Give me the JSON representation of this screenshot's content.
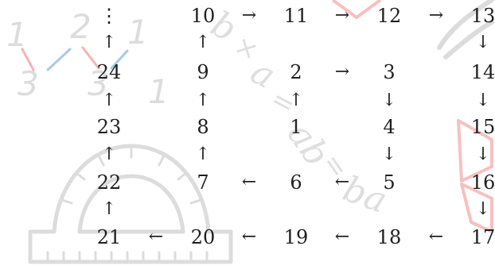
{
  "spiral": {
    "cells": [
      {
        "kind": "number",
        "text": "⋮",
        "col": 0,
        "row": 0
      },
      {
        "kind": "number",
        "text": "10",
        "col": 2,
        "row": 0
      },
      {
        "kind": "arrow",
        "text": "→",
        "col": 3,
        "row": 0
      },
      {
        "kind": "number",
        "text": "11",
        "col": 4,
        "row": 0
      },
      {
        "kind": "arrow",
        "text": "→",
        "col": 5,
        "row": 0
      },
      {
        "kind": "number",
        "text": "12",
        "col": 6,
        "row": 0
      },
      {
        "kind": "arrow",
        "text": "→",
        "col": 7,
        "row": 0
      },
      {
        "kind": "number",
        "text": "13",
        "col": 8,
        "row": 0
      },
      {
        "kind": "arrow",
        "text": "↑",
        "col": 0,
        "row": 1
      },
      {
        "kind": "arrow",
        "text": "↑",
        "col": 2,
        "row": 1
      },
      {
        "kind": "arrow",
        "text": "↓",
        "col": 8,
        "row": 1
      },
      {
        "kind": "number",
        "text": "24",
        "col": 0,
        "row": 2
      },
      {
        "kind": "number",
        "text": "9",
        "col": 2,
        "row": 2
      },
      {
        "kind": "number",
        "text": "2",
        "col": 4,
        "row": 2
      },
      {
        "kind": "arrow",
        "text": "→",
        "col": 5,
        "row": 2
      },
      {
        "kind": "number",
        "text": "3",
        "col": 6,
        "row": 2
      },
      {
        "kind": "number",
        "text": "14",
        "col": 8,
        "row": 2
      },
      {
        "kind": "arrow",
        "text": "↑",
        "col": 0,
        "row": 3
      },
      {
        "kind": "arrow",
        "text": "↑",
        "col": 2,
        "row": 3
      },
      {
        "kind": "arrow",
        "text": "↑",
        "col": 4,
        "row": 3
      },
      {
        "kind": "arrow",
        "text": "↓",
        "col": 6,
        "row": 3
      },
      {
        "kind": "arrow",
        "text": "↓",
        "col": 8,
        "row": 3
      },
      {
        "kind": "number",
        "text": "23",
        "col": 0,
        "row": 4
      },
      {
        "kind": "number",
        "text": "8",
        "col": 2,
        "row": 4
      },
      {
        "kind": "number",
        "text": "1",
        "col": 4,
        "row": 4
      },
      {
        "kind": "number",
        "text": "4",
        "col": 6,
        "row": 4
      },
      {
        "kind": "number",
        "text": "15",
        "col": 8,
        "row": 4
      },
      {
        "kind": "arrow",
        "text": "↑",
        "col": 0,
        "row": 5
      },
      {
        "kind": "arrow",
        "text": "↑",
        "col": 2,
        "row": 5
      },
      {
        "kind": "arrow",
        "text": "↓",
        "col": 6,
        "row": 5
      },
      {
        "kind": "arrow",
        "text": "↓",
        "col": 8,
        "row": 5
      },
      {
        "kind": "number",
        "text": "22",
        "col": 0,
        "row": 6
      },
      {
        "kind": "number",
        "text": "7",
        "col": 2,
        "row": 6
      },
      {
        "kind": "arrow",
        "text": "←",
        "col": 3,
        "row": 6
      },
      {
        "kind": "number",
        "text": "6",
        "col": 4,
        "row": 6
      },
      {
        "kind": "arrow",
        "text": "←",
        "col": 5,
        "row": 6
      },
      {
        "kind": "number",
        "text": "5",
        "col": 6,
        "row": 6
      },
      {
        "kind": "number",
        "text": "16",
        "col": 8,
        "row": 6
      },
      {
        "kind": "arrow",
        "text": "↑",
        "col": 0,
        "row": 7
      },
      {
        "kind": "arrow",
        "text": "↓",
        "col": 8,
        "row": 7
      },
      {
        "kind": "number",
        "text": "21",
        "col": 0,
        "row": 8
      },
      {
        "kind": "arrow",
        "text": "←",
        "col": 1,
        "row": 8
      },
      {
        "kind": "number",
        "text": "20",
        "col": 2,
        "row": 8
      },
      {
        "kind": "arrow",
        "text": "←",
        "col": 3,
        "row": 8
      },
      {
        "kind": "number",
        "text": "19",
        "col": 4,
        "row": 8
      },
      {
        "kind": "arrow",
        "text": "←",
        "col": 5,
        "row": 8
      },
      {
        "kind": "number",
        "text": "18",
        "col": 6,
        "row": 8
      },
      {
        "kind": "arrow",
        "text": "←",
        "col": 7,
        "row": 8
      },
      {
        "kind": "number",
        "text": "17",
        "col": 8,
        "row": 8
      }
    ]
  },
  "watermark": {
    "digits": [
      "1",
      "2",
      "1",
      "3",
      "3",
      "1"
    ],
    "formula": [
      "b",
      "×",
      "a",
      "=",
      "ab",
      "=",
      "ba"
    ],
    "colors": {
      "stroke": "#d8d8d8",
      "red": "#f6b3b3",
      "blue": "#a9c8ea"
    },
    "icon": "protractor-icon"
  }
}
